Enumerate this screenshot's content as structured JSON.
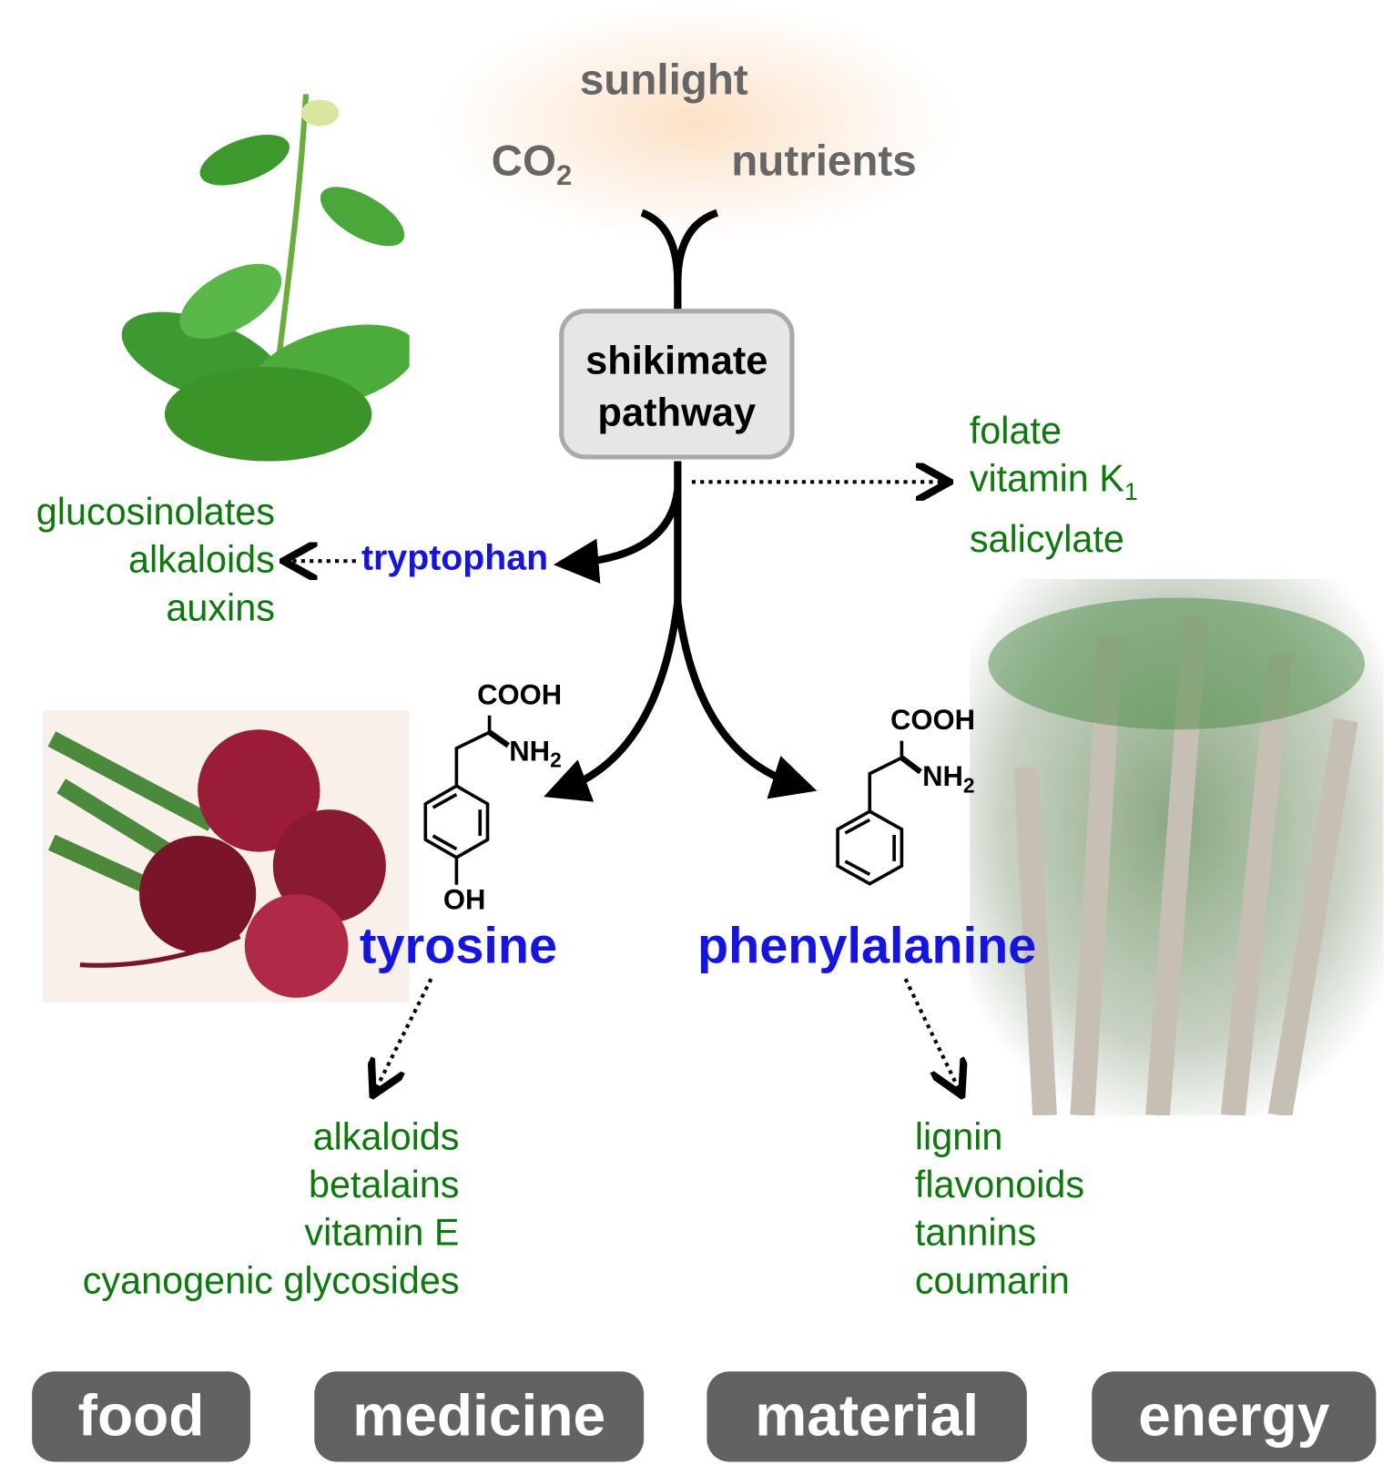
{
  "inputs": {
    "sunlight": "sunlight",
    "co2": "CO",
    "co2_sub": "2",
    "nutrients": "nutrients"
  },
  "pathway": {
    "line1": "shikimate",
    "line2": "pathway"
  },
  "side_products": {
    "folate": "folate",
    "vitamin_k": "vitamin K",
    "vitamin_k_sub": "1",
    "salicylate": "salicylate"
  },
  "tryptophan": {
    "label": "tryptophan",
    "products": [
      "glucosinolates",
      "alkaloids",
      "auxins"
    ]
  },
  "tyrosine": {
    "label": "tyrosine",
    "cooh": "COOH",
    "nh": "NH",
    "nh_sub": "2",
    "oh": "OH",
    "products": [
      "alkaloids",
      "betalains",
      "vitamin E",
      "cyanogenic glycosides"
    ]
  },
  "phenylalanine": {
    "label": "phenylalanine",
    "cooh": "COOH",
    "nh": "NH",
    "nh_sub": "2",
    "products": [
      "lignin",
      "flavonoids",
      "tannins",
      "coumarin"
    ]
  },
  "categories": [
    "food",
    "medicine",
    "material",
    "energy"
  ],
  "colors": {
    "product_green": "#0a7a0a",
    "amino_blue": "#1414e6",
    "input_gray": "#666666",
    "button_gray": "#626262"
  }
}
